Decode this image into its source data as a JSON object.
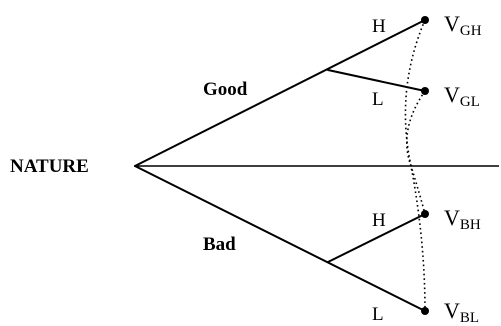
{
  "root_label": "NATURE",
  "branches": {
    "good": {
      "label": "Good",
      "high_label": "H",
      "low_label": "L",
      "values": {
        "high": {
          "symbol": "V",
          "subscript": "GH"
        },
        "low": {
          "symbol": "V",
          "subscript": "GL"
        }
      }
    },
    "bad": {
      "label": "Bad",
      "high_label": "H",
      "low_label": "L",
      "values": {
        "high": {
          "symbol": "V",
          "subscript": "BH"
        },
        "low": {
          "symbol": "V",
          "subscript": "BL"
        }
      }
    }
  }
}
